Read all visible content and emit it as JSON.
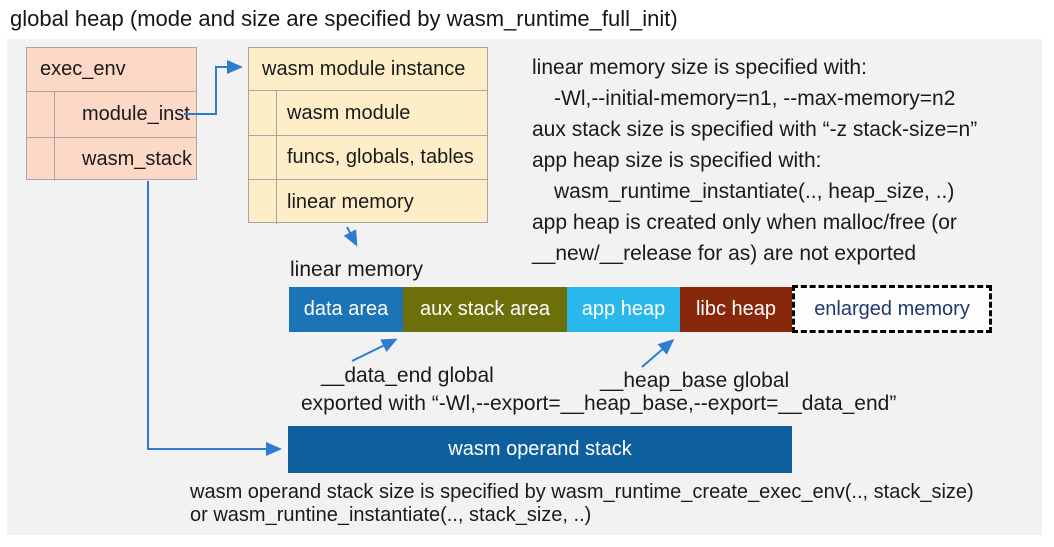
{
  "title": "global heap (mode and size are specified by wasm_runtime_full_init)",
  "colors": {
    "panel_bg": "#f2f2f2",
    "box_border": "#a6a6a6",
    "exec_env_fill": "#fbd9c6",
    "module_instance_fill": "#fdeec8",
    "connector": "#2e7bd2",
    "operand_stack_fill": "#0e5f9e",
    "enlarged_memory_text": "#1f3a6e"
  },
  "exec_env_box": {
    "header": "exec_env",
    "rows": [
      "module_inst",
      "wasm_stack"
    ]
  },
  "module_instance_box": {
    "header": "wasm module instance",
    "rows": [
      "wasm module",
      "funcs, globals, tables",
      "linear memory"
    ]
  },
  "side_notes": {
    "lines": [
      "linear memory size is specified with:",
      "-Wl,--initial-memory=n1, --max-memory=n2",
      "aux stack size is specified with “-z stack-size=n”",
      "app heap size is specified with:",
      "wasm_runtime_instantiate(.., heap_size, ..)",
      "app heap is created only when malloc/free (or",
      "__new/__release for as) are not exported"
    ]
  },
  "linear_memory": {
    "label": "linear memory",
    "segments": [
      {
        "label": "data area",
        "color": "#1b74b5",
        "text_color": "#ffffff"
      },
      {
        "label": "aux stack area",
        "color": "#6c6f0a",
        "text_color": "#ffffff"
      },
      {
        "label": "app heap",
        "color": "#29b7ec",
        "text_color": "#ffffff"
      },
      {
        "label": "libc heap",
        "color": "#87280a",
        "text_color": "#ffffff"
      },
      {
        "label": "enlarged memory",
        "color": "#fdfdfd",
        "text_color": "#1f3a6e"
      }
    ],
    "annotations": {
      "data_end": "__data_end global",
      "heap_base": "__heap_base global",
      "exported": "exported with “-Wl,--export=__heap_base,--export=__data_end”"
    }
  },
  "operand_stack": {
    "label": "wasm operand stack",
    "notes": [
      "wasm operand stack size is specified by wasm_runtime_create_exec_env(.., stack_size)",
      "or wasm_runtine_instantiate(.., stack_size, ..)"
    ]
  }
}
